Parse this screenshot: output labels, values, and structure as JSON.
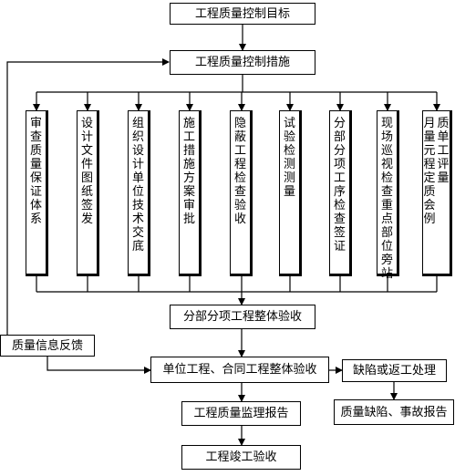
{
  "diagram": {
    "nodes": {
      "target": "工程质量控制目标",
      "measures": "工程质量控制措施",
      "subsystems": [
        "审查质量保证体系",
        "设计文件图纸签发",
        "组织设计单位技术交底",
        "施工措施方案审批",
        "隐蔽工程检查验收",
        "试验检测测量",
        "分部分项工序检查签证",
        "现场巡视检查重点部位旁站"
      ],
      "monthly_eval": [
        "质单工评量",
        "月量元程定质会例"
      ],
      "subproject_acceptance": "分部分项工程整体验收",
      "feedback": "质量信息反馈",
      "unit_acceptance": "单位工程、合同工程整体验收",
      "defect_handling": "缺陷或返工处理",
      "defect_report": "质量缺陷、事故报告",
      "supervision_report": "工程质量监理报告",
      "completion": "工程竣工验收"
    }
  },
  "colors": {
    "line": "#000000",
    "fill": "#ffffff"
  }
}
